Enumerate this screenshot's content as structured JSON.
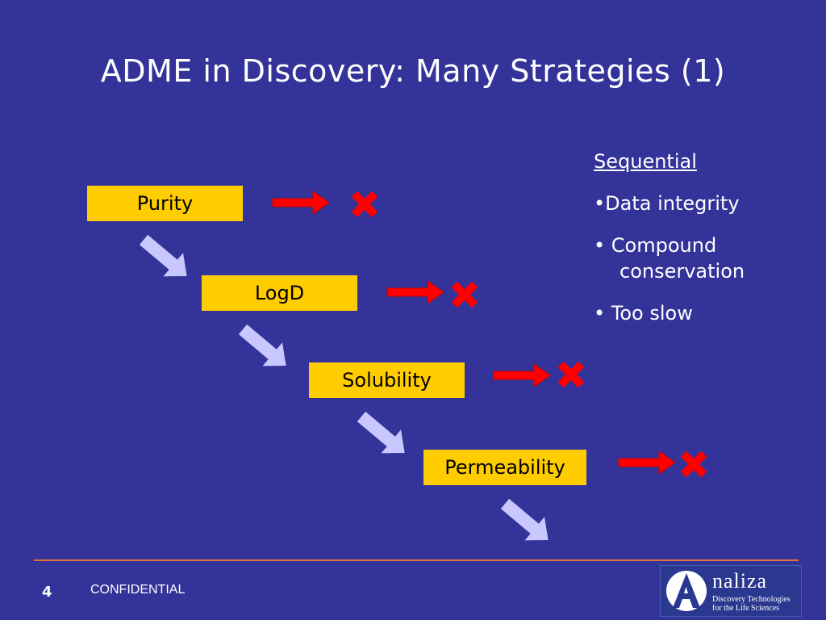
{
  "slide": {
    "title": "ADME in Discovery: Many Strategies (1)",
    "steps": [
      "Purity",
      "LogD",
      "Solubility",
      "Permeability"
    ],
    "notes": {
      "heading": "Sequential",
      "items": [
        "•Data integrity",
        "• Compound",
        "conservation",
        "• Too slow"
      ]
    },
    "footer": {
      "page_number": "4",
      "confidential": "CONFIDENTIAL"
    },
    "logo": {
      "letter": "A",
      "word": "naliza",
      "tagline_line1": "Discovery Technologies",
      "tagline_line2": "for the Life Sciences"
    },
    "icons": {
      "flow_arrow": "down-right-arrow-icon",
      "reject_arrow": "right-arrow-icon",
      "reject_mark": "x-mark-icon"
    },
    "colors": {
      "background": "#333399",
      "box": "#ffcc00",
      "flow_arrow": "#c8c8ff",
      "reject": "#ff0000",
      "rule": "#e0703c"
    }
  }
}
